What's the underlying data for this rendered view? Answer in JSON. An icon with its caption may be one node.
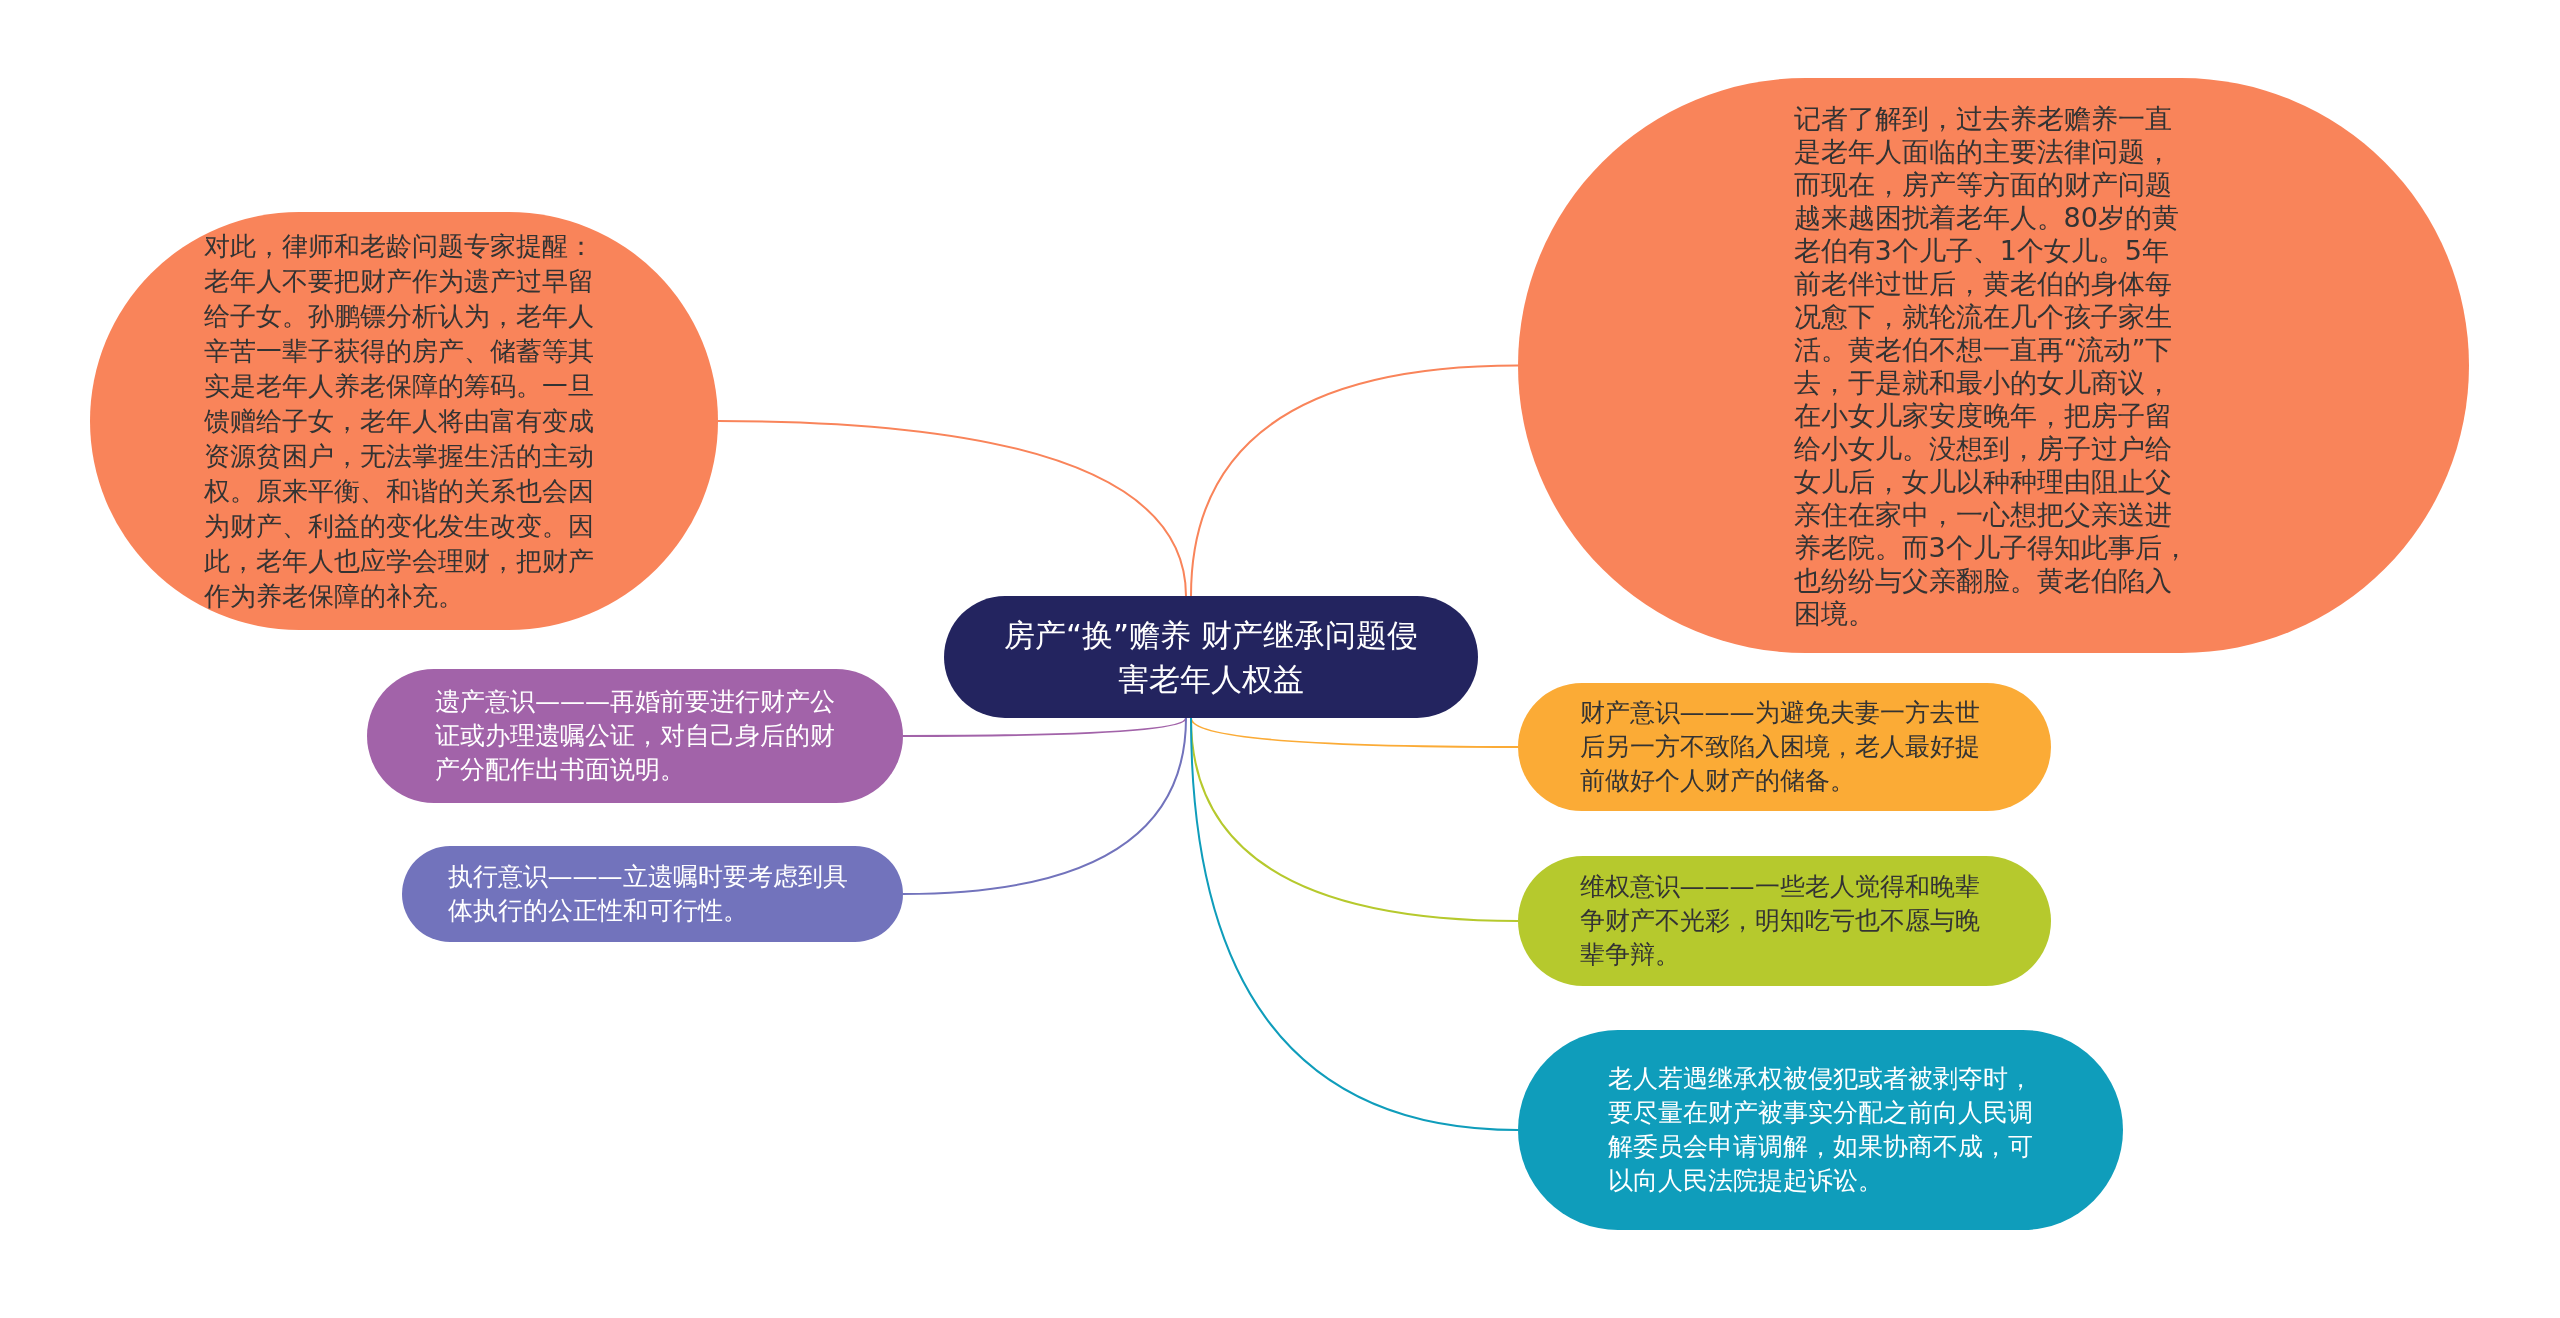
{
  "diagram": {
    "nodes": [
      {
        "text": [
          "房产“换”赡养 财产继承问题侵害老年人权益"
        ]
      },
      {
        "text": [
          "对此，律师和老龄问题专家提醒：老年人不要把财产作为遗产过早留给子女。孙鹏镖分析认为，老年人辛苦一辈子获得的房产、储蓄等其实是老年人养老保障的筹码。一旦馈赠给子女，老年人将由富有变成资源贫困户，无法掌握生活的主动权。原来平衡、和谐的关系也会因为财产、利益的变化发生改变。因此，老年人也应学会理财，把财产作为养老保障的补充。"
        ]
      },
      {
        "text": [
          "记者了解到，过去养老赡养一直是老年人面临的主要法律问题，而现在，房产等方面的财产问题越来越困扰着老年人。80岁的黄老伯有3个儿子、1个女儿。5年前老伴过世后，黄老伯的身体每况愈下，就轮流在几个孩子家生活。黄老伯不想一直再“流动”下去，于是就和最小的女儿商议，在小女儿家安度晚年，把房子留给小女儿。没想到，房子过户给女儿后，女儿以种种理由阻止父亲住在家中，一心想把父亲送进养老院。而3个儿子得知此事后，也纷纷与父亲翻脸。黄老伯陷入困境。"
        ]
      },
      {
        "text": [
          "遗产意识———再婚前要进行财产公证或办理遗嘱公证，对自己身后的财产分配作出书面说明。"
        ]
      },
      {
        "text": [
          "执行意识———立遗嘱时要考虑到具体执行的公正性和可行性。"
        ]
      },
      {
        "text": [
          "财产意识———为避免夫妻一方去世后另一方不致陷入困境，老人最好提前做好个人财产的储备。"
        ]
      },
      {
        "text": [
          "维权意识———一些老人觉得和晚辈争财产不光彩，明知吃亏也不愿与晚辈争辩。"
        ]
      },
      {
        "text": [
          "老人若遇继承权被侵犯或者被剥夺时，要尽量在财产被事实分配之前向人民调解委员会申请调解，如果协商不成，可以向人民法院提起诉讼。"
        ]
      }
    ],
    "edges": [
      {
        "from": 0,
        "to": 1,
        "arrow": "none",
        "color": "#f9845a"
      },
      {
        "from": 0,
        "to": 2,
        "arrow": "none",
        "color": "#f9845a"
      },
      {
        "from": 0,
        "to": 3,
        "arrow": "none",
        "color": "#a263a9"
      },
      {
        "from": 0,
        "to": 4,
        "arrow": "none",
        "color": "#7273bc"
      },
      {
        "from": 0,
        "to": 5,
        "arrow": "none",
        "color": "#fbab36"
      },
      {
        "from": 0,
        "to": 6,
        "arrow": "none",
        "color": "#b6c92d"
      },
      {
        "from": 0,
        "to": 7,
        "arrow": "none",
        "color": "#0f9dbb"
      }
    ]
  }
}
